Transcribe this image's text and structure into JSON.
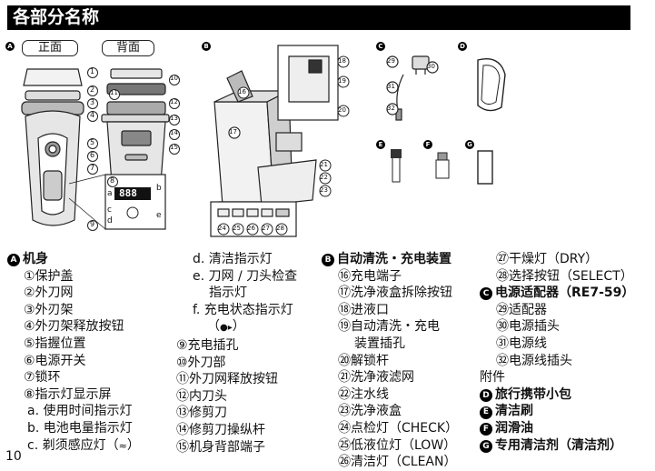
{
  "page_title": "各部分名称",
  "page_number": "10",
  "figure_a": {
    "badge": "A",
    "front_label": "正面",
    "back_label": "背面",
    "callouts": [
      "1",
      "2",
      "3",
      "4",
      "5",
      "6",
      "7",
      "8",
      "9",
      "10",
      "11",
      "12",
      "13",
      "14",
      "15"
    ],
    "display_letters": [
      "a",
      "b",
      "c",
      "d",
      "e"
    ],
    "display_readout": "888"
  },
  "figure_b": {
    "badge": "B",
    "callouts": [
      "16",
      "17",
      "18",
      "19",
      "20",
      "21",
      "22",
      "23",
      "24",
      "25",
      "26",
      "27",
      "28"
    ]
  },
  "figure_c": {
    "badge": "C",
    "callouts": [
      "29",
      "30",
      "31",
      "32"
    ]
  },
  "figure_d": {
    "badge": "D"
  },
  "figure_e": {
    "badge": "E"
  },
  "figure_f": {
    "badge": "F"
  },
  "figure_g": {
    "badge": "G"
  },
  "col1": {
    "badge": "A",
    "title": "机身",
    "items": [
      "①保护盖",
      "②外刀网",
      "③外刃架",
      "④外刃架释放按钮",
      "⑤指握位置",
      "⑥电源开关",
      "⑦锁环",
      "⑧指示灯显示屏"
    ],
    "sub_items": [
      "a. 使用时间指示灯",
      "b. 电池电量指示灯",
      "c. 剃须感应灯（"
    ],
    "sub_c_suffix": "）"
  },
  "col2": {
    "lines": [
      "d. 清洁指示灯",
      "e. 刀网 / 刀头检查",
      "指示灯",
      "f.  充电状态指示灯",
      "（",
      "）",
      "⑨充电插孔",
      "⑩外刀部",
      "⑪外刀网释放按钮",
      "⑫内刀头",
      "⑬修剪刀",
      "⑭修剪刀操纵杆",
      "⑮机身背部端子"
    ]
  },
  "col3": {
    "badge": "B",
    "title": "自动清洗・充电装置",
    "items": [
      "⑯充电端子",
      "⑰洗净液盒拆除按钮",
      "⑱进液口",
      "⑲自动清洗・充电",
      "装置插孔",
      "⑳解锁杆",
      "㉑洗净液滤网",
      "㉒注水线",
      "㉓洗净液盒",
      "㉔点检灯（CHECK）",
      "㉕低液位灯（LOW）",
      "㉖清洁灯（CLEAN）"
    ]
  },
  "col4": {
    "items_top": [
      "㉗干燥灯（DRY）",
      "㉘选择按钮（SELECT）"
    ],
    "c_badge": "C",
    "c_title": "电源适配器（RE7-59）",
    "c_items": [
      "㉙适配器",
      "㉚电源插头",
      "㉛电源线",
      "㉜电源线插头"
    ],
    "accessories_label": "附件",
    "d_badge": "D",
    "d_title": "旅行携带小包",
    "e_badge": "E",
    "e_title": "清洁刷",
    "f_badge": "F",
    "f_title": "润滑油",
    "g_badge": "G",
    "g_title": "专用清洁剂（清洁剂）"
  }
}
